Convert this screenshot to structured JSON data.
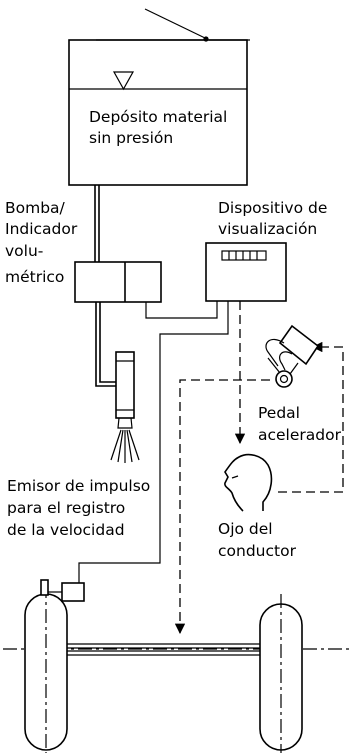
{
  "labels": {
    "tank": [
      "Depósito material",
      "sin presión"
    ],
    "pump": [
      "Bomba/",
      "Indicador",
      "volu-",
      "métrico"
    ],
    "display": [
      "Dispositivo de",
      "visualización"
    ],
    "pedal": [
      "Pedal",
      "acelerador"
    ],
    "emitter": [
      "Emisor de impulso",
      "para el registro",
      "de la velocidad"
    ],
    "eye": [
      "Ojo del",
      "conductor"
    ]
  },
  "icons": [
    "switch-icon",
    "liquid-level-triangle-icon",
    "spray-nozzle-icon",
    "accelerator-pedal-icon",
    "driver-head-icon",
    "impulse-sensor-icon",
    "wheel-icon"
  ]
}
